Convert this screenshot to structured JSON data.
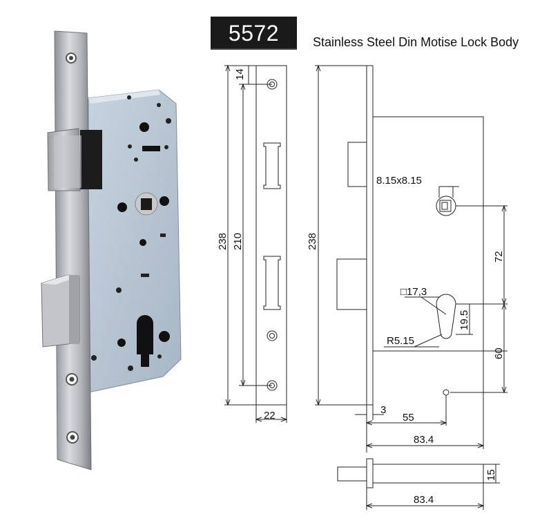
{
  "header": {
    "model": "5572",
    "title": "Stainless Steel Din Motise Lock Body"
  },
  "diagram": {
    "dimensions": {
      "top_hole_offset": "14",
      "faceplate_length": "238",
      "hole_spacing": "210",
      "faceplate_width": "22",
      "body_length": "238",
      "spindle_square": "8.15x8.15",
      "spindle_to_cylinder": "72",
      "cylinder_square": "□17,3",
      "cylinder_offset": "19.5",
      "cylinder_radius": "R5.15",
      "cylinder_to_bottom": "60",
      "faceplate_thickness": "3",
      "backset": "55",
      "body_depth": "83.4",
      "bottom_depth": "83.4",
      "bottom_height": "15"
    }
  },
  "colors": {
    "steel": "#b9bcc0",
    "body_blue": "#b8c6d4",
    "line": "#222222"
  }
}
